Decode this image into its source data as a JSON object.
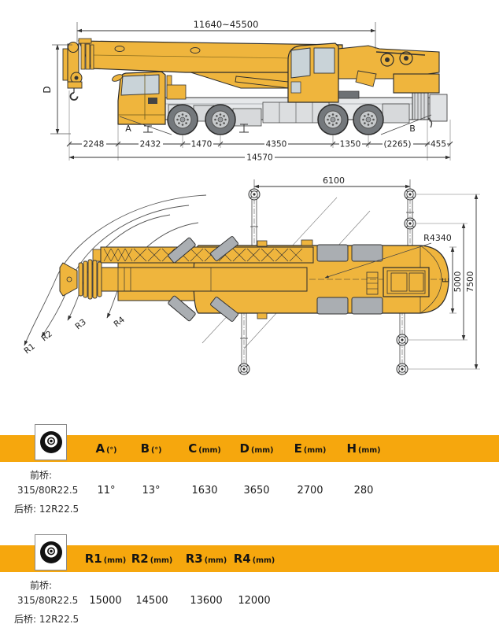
{
  "side_view": {
    "boom_range": "11640~45500",
    "height_label": "D",
    "segments": [
      "2248",
      "2432",
      "1470",
      "4350",
      "1350",
      "(2265)",
      "455"
    ],
    "total_length": "14570",
    "approach_angle": "A",
    "departure_angle": "B"
  },
  "plan_view": {
    "outrigger_long_span": "6100",
    "tail_radius": "R4340",
    "width_label": "E",
    "outrigger_mid_span": "5000",
    "outrigger_full_span": "7500",
    "radii": [
      "R1",
      "R2",
      "R3",
      "R4"
    ]
  },
  "dim_table": {
    "axle_note": [
      "前桥:",
      "315/80R22.5",
      "后桥: 12R22.5"
    ],
    "columns": [
      {
        "name": "A",
        "unit": "(°)"
      },
      {
        "name": "B",
        "unit": "(°)"
      },
      {
        "name": "C",
        "unit": "(mm)"
      },
      {
        "name": "D",
        "unit": "(mm)"
      },
      {
        "name": "E",
        "unit": "(mm)"
      },
      {
        "name": "H",
        "unit": "(mm)"
      }
    ],
    "values": [
      "11°",
      "13°",
      "1630",
      "3650",
      "2700",
      "280"
    ]
  },
  "radius_table": {
    "axle_note": [
      "前桥:",
      "315/80R22.5",
      "后桥: 12R22.5"
    ],
    "columns": [
      {
        "name": "R1",
        "unit": "(mm)"
      },
      {
        "name": "R2",
        "unit": "(mm)"
      },
      {
        "name": "R3",
        "unit": "(mm)"
      },
      {
        "name": "R4",
        "unit": "(mm)"
      }
    ],
    "values": [
      "15000",
      "14500",
      "13600",
      "12000"
    ]
  },
  "colors": {
    "crane_yellow": "#EFB53D",
    "band_orange": "#F6A70D",
    "chassis_gray": "#E6E8EA",
    "tire_gray": "#AAAEB2",
    "window_gray": "#C9D3D8",
    "line_dark": "#2B2B2B"
  }
}
